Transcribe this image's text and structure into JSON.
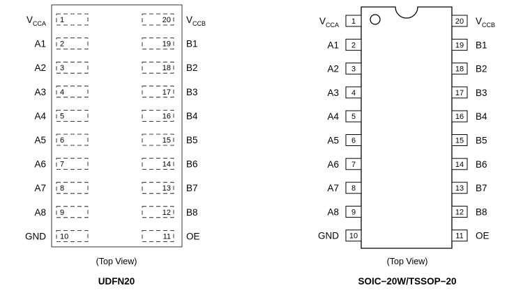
{
  "udfn": {
    "title": "UDFN20",
    "view_label": "(Top View)",
    "left_pins": [
      {
        "num": "1",
        "name": "V",
        "sub": "CCA"
      },
      {
        "num": "2",
        "name": "A1",
        "sub": ""
      },
      {
        "num": "3",
        "name": "A2",
        "sub": ""
      },
      {
        "num": "4",
        "name": "A3",
        "sub": ""
      },
      {
        "num": "5",
        "name": "A4",
        "sub": ""
      },
      {
        "num": "6",
        "name": "A5",
        "sub": ""
      },
      {
        "num": "7",
        "name": "A6",
        "sub": ""
      },
      {
        "num": "8",
        "name": "A7",
        "sub": ""
      },
      {
        "num": "9",
        "name": "A8",
        "sub": ""
      },
      {
        "num": "10",
        "name": "GND",
        "sub": ""
      }
    ],
    "right_pins": [
      {
        "num": "20",
        "name": "V",
        "sub": "CCB"
      },
      {
        "num": "19",
        "name": "B1",
        "sub": ""
      },
      {
        "num": "18",
        "name": "B2",
        "sub": ""
      },
      {
        "num": "17",
        "name": "B3",
        "sub": ""
      },
      {
        "num": "16",
        "name": "B4",
        "sub": ""
      },
      {
        "num": "15",
        "name": "B5",
        "sub": ""
      },
      {
        "num": "14",
        "name": "B6",
        "sub": ""
      },
      {
        "num": "13",
        "name": "B7",
        "sub": ""
      },
      {
        "num": "12",
        "name": "B8",
        "sub": ""
      },
      {
        "num": "11",
        "name": "OE",
        "sub": "",
        "overline": true
      }
    ]
  },
  "soic": {
    "title": "SOIC−20W/TSSOP−20",
    "view_label": "(Top View)",
    "left_pins": [
      {
        "num": "1",
        "name": "V",
        "sub": "CCA"
      },
      {
        "num": "2",
        "name": "A1",
        "sub": ""
      },
      {
        "num": "3",
        "name": "A2",
        "sub": ""
      },
      {
        "num": "4",
        "name": "A3",
        "sub": ""
      },
      {
        "num": "5",
        "name": "A4",
        "sub": ""
      },
      {
        "num": "6",
        "name": "A5",
        "sub": ""
      },
      {
        "num": "7",
        "name": "A6",
        "sub": ""
      },
      {
        "num": "8",
        "name": "A7",
        "sub": ""
      },
      {
        "num": "9",
        "name": "A8",
        "sub": ""
      },
      {
        "num": "10",
        "name": "GND",
        "sub": ""
      }
    ],
    "right_pins": [
      {
        "num": "20",
        "name": "V",
        "sub": "CCB"
      },
      {
        "num": "19",
        "name": "B1",
        "sub": ""
      },
      {
        "num": "18",
        "name": "B2",
        "sub": ""
      },
      {
        "num": "17",
        "name": "B3",
        "sub": ""
      },
      {
        "num": "16",
        "name": "B4",
        "sub": ""
      },
      {
        "num": "15",
        "name": "B5",
        "sub": ""
      },
      {
        "num": "14",
        "name": "B6",
        "sub": ""
      },
      {
        "num": "13",
        "name": "B7",
        "sub": ""
      },
      {
        "num": "12",
        "name": "B8",
        "sub": ""
      },
      {
        "num": "11",
        "name": "OE",
        "sub": "",
        "overline": true
      }
    ]
  }
}
